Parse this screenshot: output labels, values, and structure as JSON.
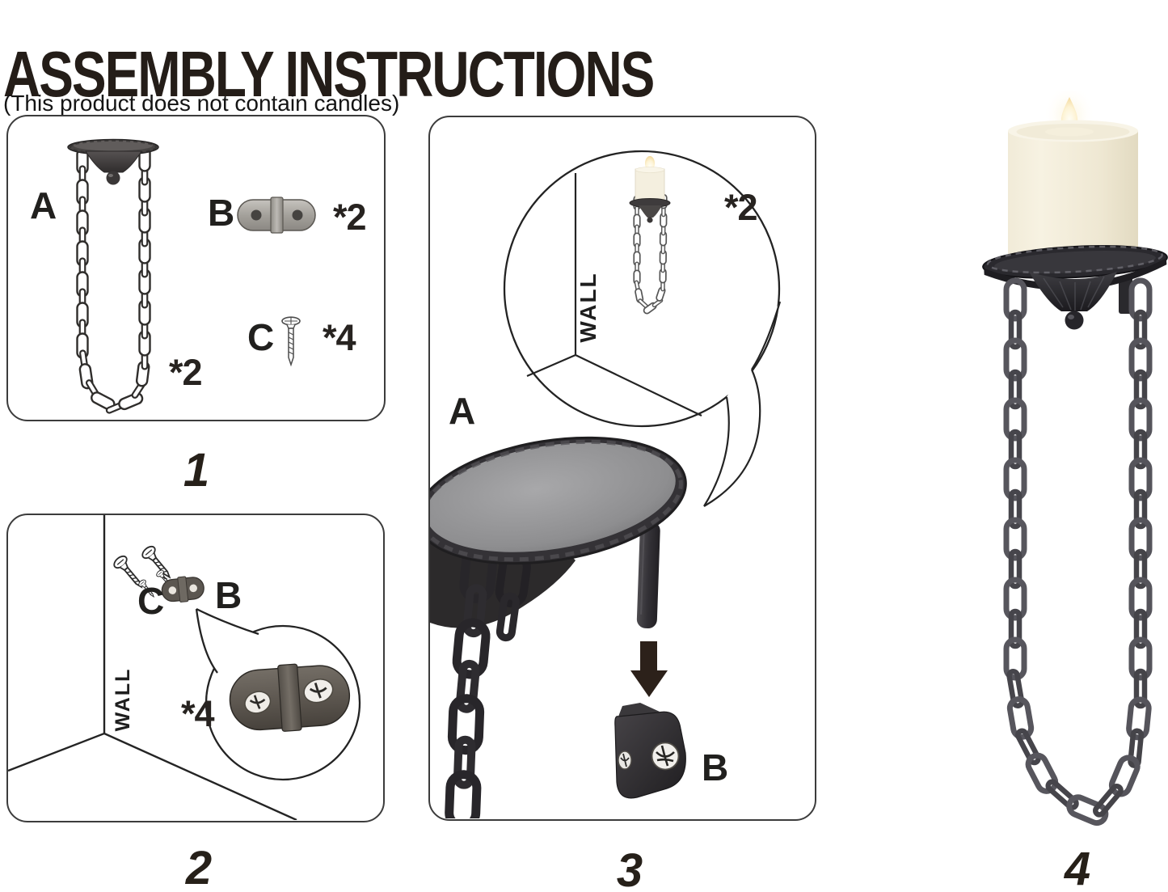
{
  "header": {
    "title": "ASSEMBLY INSTRUCTIONS",
    "subtitle": "(This product does not contain candles)"
  },
  "step1": {
    "number": "1",
    "holder_label": "A",
    "holder_qty": "*2",
    "bracket_label": "B",
    "bracket_qty": "*2",
    "screw_label": "C",
    "screw_qty": "*4"
  },
  "step2": {
    "number": "2",
    "wall_label": "WALL",
    "screw_label": "C",
    "bracket_label": "B",
    "screw_qty": "*4"
  },
  "step3": {
    "number": "3",
    "wall_label": "WALL",
    "mounted_qty": "*2",
    "holder_label": "A",
    "bracket_label": "B"
  },
  "step4": {
    "number": "4"
  },
  "colors": {
    "ink": "#232323",
    "title_ink": "#241d18",
    "candle": "#f3eedd",
    "flame_core": "#fffdf2",
    "metal_dark": "#2b2a2e",
    "metal_gray": "#56555c"
  }
}
